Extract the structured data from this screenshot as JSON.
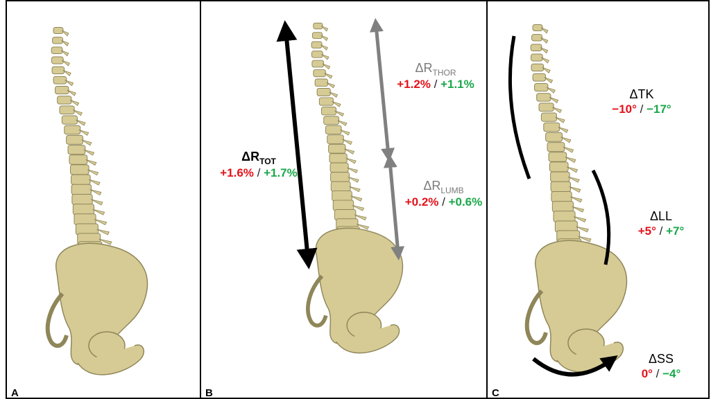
{
  "panels": [
    {
      "letter": "A"
    },
    {
      "letter": "B"
    },
    {
      "letter": "C"
    }
  ],
  "panel_b": {
    "total": {
      "name": "ΔR",
      "sub": "TOT",
      "red": "+1.6%",
      "sep": " / ",
      "green": "+1.7%"
    },
    "thoracic": {
      "name": "ΔR",
      "sub": "THOR",
      "red": "+1.2%",
      "sep": " / ",
      "green": "+1.1%"
    },
    "lumbar": {
      "name": "ΔR",
      "sub": "LUMB",
      "red": "+0.2%",
      "sep": " / ",
      "green": "+0.6%"
    }
  },
  "panel_c": {
    "tk": {
      "name": "ΔTK",
      "red": "−10°",
      "sep": " / ",
      "green": "−17°"
    },
    "ll": {
      "name": "ΔLL",
      "red": "+5°",
      "sep": " / ",
      "green": "+7°"
    },
    "ss": {
      "name": "ΔSS",
      "red": "0°",
      "sep": " / ",
      "green": "−4°"
    }
  },
  "colors": {
    "bone": "#d6cb95",
    "bone_dark": "#8f8659",
    "red": "#e3121b",
    "green": "#1aa84a",
    "gray_arrow": "#808080"
  }
}
